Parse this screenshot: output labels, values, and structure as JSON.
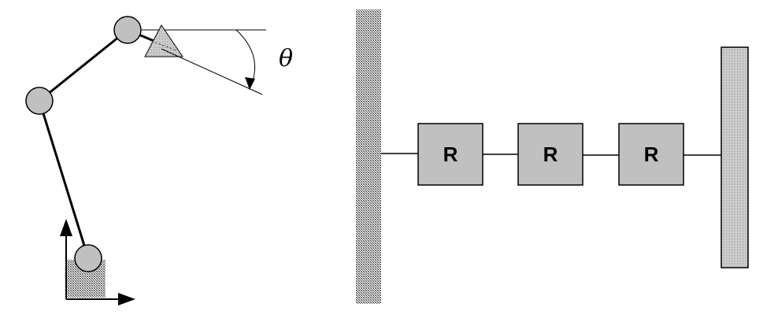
{
  "colors": {
    "stroke": "#000000",
    "joint_fill": "#c0c0c0",
    "block_fill": "#c0c0c0",
    "hatch_dark": "#4a4a4a",
    "background": "#ffffff"
  },
  "robot_arm": {
    "angle_label": "θ"
  },
  "block_chain": {
    "blocks": [
      {
        "label": "R"
      },
      {
        "label": "R"
      },
      {
        "label": "R"
      }
    ]
  }
}
